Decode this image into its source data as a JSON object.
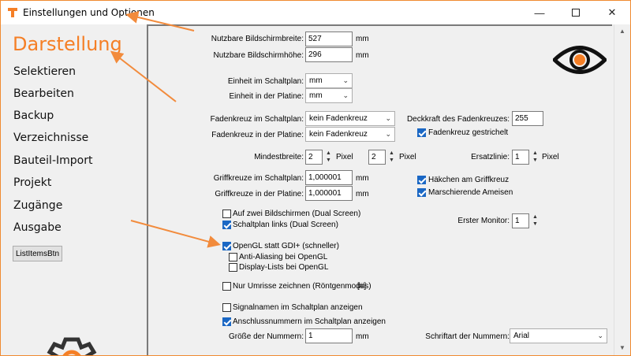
{
  "window": {
    "title": "Einstellungen und Optionen"
  },
  "sidebar": {
    "heading": "Darstellung",
    "items": [
      "Selektieren",
      "Bearbeiten",
      "Backup",
      "Verzeichnisse",
      "Bauteil-Import",
      "Projekt",
      "Zugänge",
      "Ausgabe"
    ],
    "button": "ListItemsBtn"
  },
  "form": {
    "screen_width_label": "Nutzbare Bildschirmbreite:",
    "screen_width_value": "527",
    "screen_height_label": "Nutzbare Bildschirmhöhe:",
    "screen_height_value": "296",
    "unit_mm": "mm",
    "unit_schematic_label": "Einheit im Schaltplan:",
    "unit_schematic_value": "mm",
    "unit_board_label": "Einheit in der Platine:",
    "unit_board_value": "mm",
    "crosshair_schematic_label": "Fadenkreuz im Schaltplan:",
    "crosshair_schematic_value": "kein Fadenkreuz",
    "crosshair_board_label": "Fadenkreuz in der Platine:",
    "crosshair_board_value": "kein Fadenkreuz",
    "crosshair_opacity_label": "Deckkraft des Fadenkreuzes:",
    "crosshair_opacity_value": "255",
    "crosshair_dashed_label": "Fadenkreuz gestrichelt",
    "min_width_label": "Mindestbreite:",
    "min_width_value": "2",
    "pixel_label": "Pixel",
    "second_value": "2",
    "substitute_line_label": "Ersatzlinie:",
    "substitute_line_value": "1",
    "grip_schematic_label": "Griffkreuze im Schaltplan:",
    "grip_schematic_value": "1,000001",
    "grip_board_label": "Griffkreuze in der Platine:",
    "grip_board_value": "1,000001",
    "grip_tick_label": "Häkchen am Griffkreuz",
    "marching_ants_label": "Marschierende Ameisen",
    "dual_screen_label": "Auf zwei Bildschirmen (Dual Screen)",
    "schematic_left_label": "Schaltplan links (Dual Screen)",
    "first_monitor_label": "Erster Monitor:",
    "first_monitor_value": "1",
    "opengl_label": "OpenGL statt GDI+ (schneller)",
    "antialiasing_label": "Anti-Aliasing bei OpenGL",
    "display_lists_label": "Display-Lists bei OpenGL",
    "outline_only_label": "Nur Umrisse zeichnen (Röntgenmodus)",
    "outline_hotkey": "[#]",
    "signal_names_label": "Signalnamen im Schaltplan anzeigen",
    "pin_numbers_label": "Anschlussnummern im Schaltplan anzeigen",
    "number_size_label": "Größe der Nummern:",
    "number_size_value": "1",
    "number_font_label": "Schriftart der Nummern:",
    "number_font_value": "Arial"
  },
  "checkbox_states": {
    "crosshair_dashed": true,
    "grip_tick": true,
    "marching_ants": true,
    "dual_screen": false,
    "schematic_left": true,
    "opengl": true,
    "antialiasing": false,
    "display_lists": false,
    "outline_only": false,
    "signal_names": false,
    "pin_numbers": true
  },
  "colors": {
    "accent": "#f57f26",
    "check": "#1a67c4"
  },
  "icons": [
    "app-icon",
    "minimize-icon",
    "maximize-icon",
    "close-icon",
    "eye-icon",
    "gear-icon"
  ]
}
